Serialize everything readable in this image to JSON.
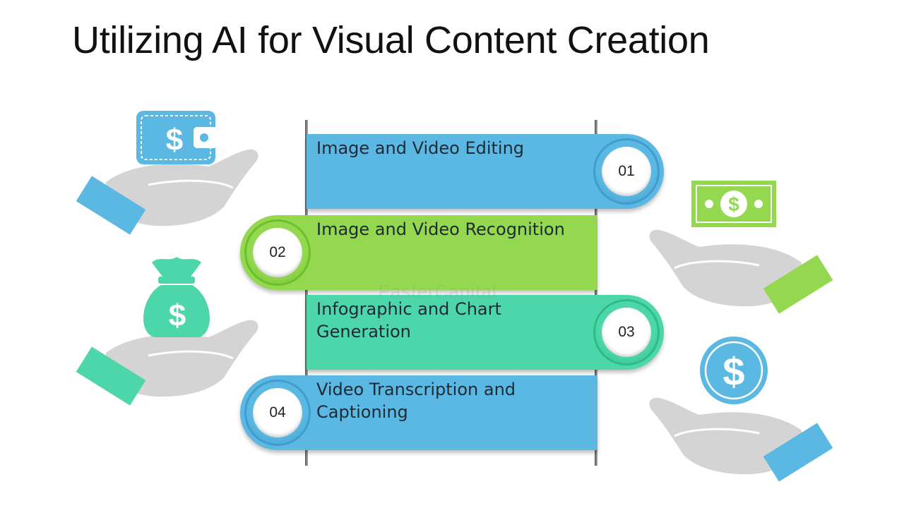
{
  "title": "Utilizing AI for Visual Content Creation",
  "items": [
    {
      "number": "01",
      "label": "Image and Video Editing",
      "color": "#5bb8e2",
      "dark": "#3f9ccc"
    },
    {
      "number": "02",
      "label": "Image and Video Recognition",
      "color": "#93d84f",
      "dark": "#6cbf2a"
    },
    {
      "number": "03",
      "label": "Infographic and Chart Generation",
      "color": "#4dd6aa",
      "dark": "#2dbb8b"
    },
    {
      "number": "04",
      "label": "Video Transcription and Captioning",
      "color": "#5bb8e2",
      "dark": "#3f9ccc"
    }
  ],
  "watermark": "FasterCapital",
  "icons": {
    "wallet": "wallet-dollar-icon",
    "banknote": "banknote-icon",
    "money_bag": "money-bag-icon",
    "coin": "coin-dollar-icon",
    "hand": "open-hand-icon"
  },
  "colors": {
    "blue": "#5bb8e2",
    "green": "#93d84f",
    "teal": "#4dd6aa",
    "hand": "#d4d4d4"
  },
  "dollar_sign": "$"
}
